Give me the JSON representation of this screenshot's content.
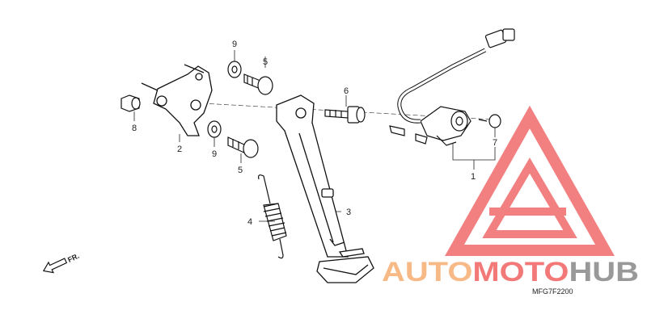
{
  "parts": [
    {
      "id": "part-1",
      "label": "1"
    },
    {
      "id": "part-2",
      "label": "2"
    },
    {
      "id": "part-3",
      "label": "3"
    },
    {
      "id": "part-4",
      "label": "4"
    },
    {
      "id": "part-5a",
      "label": "5"
    },
    {
      "id": "part-5b",
      "label": "5"
    },
    {
      "id": "part-6",
      "label": "6"
    },
    {
      "id": "part-7",
      "label": "7"
    },
    {
      "id": "part-8",
      "label": "8"
    },
    {
      "id": "part-9a",
      "label": "9"
    },
    {
      "id": "part-9b",
      "label": "9"
    }
  ],
  "direction_label": "FR.",
  "diagram_code": "MFG7F2200",
  "watermark": {
    "part1": "AUTO",
    "part2": "MOTO",
    "part3": "HUB",
    "colors": {
      "orange": "#f7b27a",
      "red": "#f26b6b",
      "gray": "#8f8f8f"
    }
  }
}
